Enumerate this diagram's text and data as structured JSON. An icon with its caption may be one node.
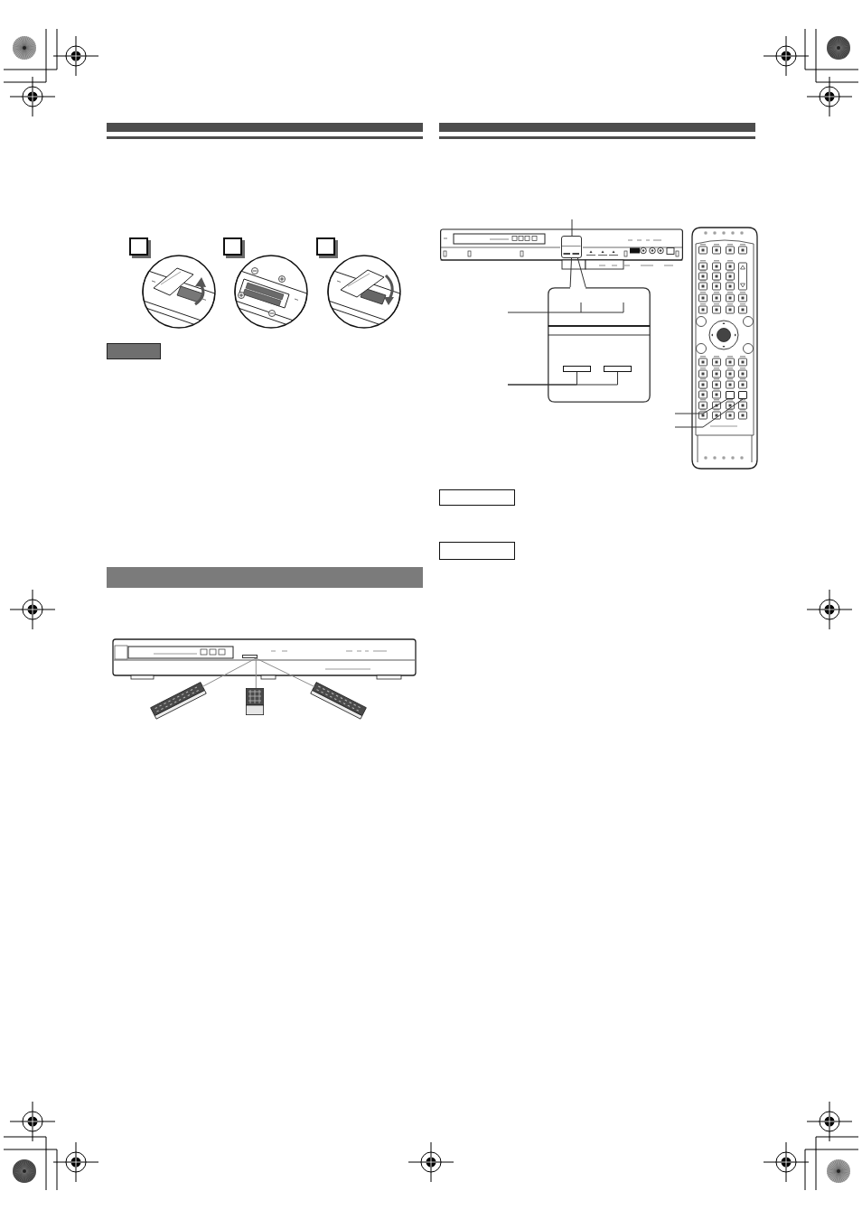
{
  "diagram": {
    "nodes": [
      {
        "text": [],
        "shape": "bar"
      },
      {
        "text": [],
        "shape": "box"
      },
      {
        "text": [],
        "shape": "box"
      },
      {
        "text": [],
        "shape": "box"
      },
      {
        "text": [],
        "shape": "box"
      },
      {
        "text": [],
        "shape": "bar"
      },
      {
        "text": [],
        "shape": "picture"
      },
      {
        "text": [],
        "shape": "box",
        "in": 6
      },
      {
        "text": [],
        "shape": "picture"
      },
      {
        "text": [],
        "shape": "picture"
      },
      {
        "text": [],
        "shape": "picture"
      },
      {
        "text": [],
        "shape": "bar"
      },
      {
        "text": [],
        "shape": "picture"
      },
      {
        "text": [],
        "shape": "box",
        "in": 12
      },
      {
        "text": [],
        "shape": "box"
      },
      {
        "text": [],
        "shape": "box",
        "in": 14
      },
      {
        "text": [],
        "shape": "box",
        "in": 14
      },
      {
        "text": [],
        "shape": "picture"
      },
      {
        "text": [],
        "shape": "box",
        "in": 17
      },
      {
        "text": [],
        "shape": "box",
        "in": 17
      },
      {
        "text": [],
        "shape": "box"
      },
      {
        "text": [],
        "shape": "box"
      }
    ],
    "edges": [
      {
        "from": 8,
        "to": 7,
        "arrow": "none",
        "color": "#8c8c8c"
      },
      {
        "from": 9,
        "to": 7,
        "arrow": "none",
        "color": "#8c8c8c"
      },
      {
        "from": 10,
        "to": 7,
        "arrow": "none",
        "color": "#8c8c8c"
      },
      {
        "from": null,
        "to": 13,
        "arrow": "none"
      },
      {
        "from": 13,
        "to": 14,
        "arrow": "none"
      },
      {
        "from": null,
        "to": 14,
        "arrow": "none"
      },
      {
        "from": null,
        "to": 15,
        "arrow": "none"
      },
      {
        "from": null,
        "to": 16,
        "arrow": "none"
      },
      {
        "from": null,
        "to": 18,
        "arrow": "none"
      },
      {
        "from": null,
        "to": 19,
        "arrow": "none"
      }
    ]
  }
}
